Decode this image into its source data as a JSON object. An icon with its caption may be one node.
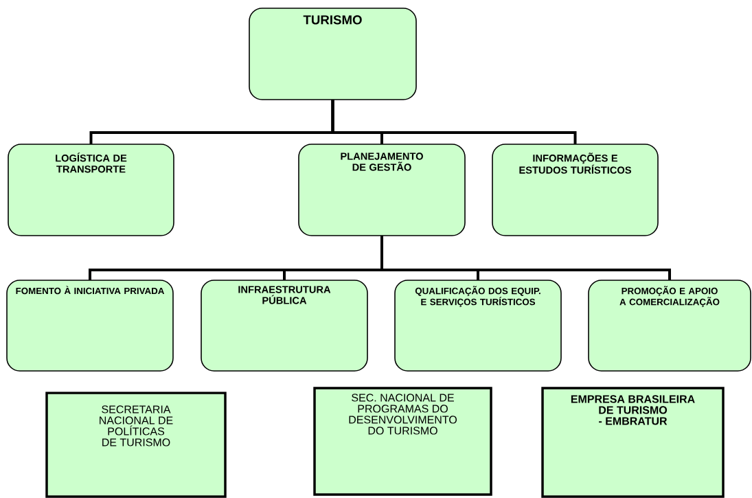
{
  "diagram": {
    "nodes": [
      {
        "text": [
          "TURISMO"
        ]
      },
      {
        "text": [
          "LOGÍSTICA DE TRANSPORTE"
        ]
      },
      {
        "text": [
          "PLANEJAMENTO DE GESTÃO"
        ]
      },
      {
        "text": [
          "INFORMAÇÕES E ESTUDOS TURÍSTICOS"
        ]
      },
      {
        "text": [
          "FOMENTO À INICIATIVA PRIVADA"
        ]
      },
      {
        "text": [
          "INFRAESTRUTURA PÚBLICA"
        ]
      },
      {
        "text": [
          "QUALIFICAÇÃO DOS EQUIP. E SERVIÇOS TURÍSTICOS"
        ]
      },
      {
        "text": [
          "PROMOÇÃO E APOIO A COMERCIALIZAÇÃO"
        ]
      },
      {
        "text": [
          "SECRETARIA NACIONAL DE POLÍTICAS DE TURISMO"
        ]
      },
      {
        "text": [
          "SEC. NACIONAL DE PROGRAMAS DO DESENVOLVIMENTO DO TURISMO"
        ]
      },
      {
        "text": [
          "EMPRESA BRASILEIRA DE TURISMO - EMBRATUR"
        ]
      }
    ],
    "edges": [
      {
        "from": 0,
        "to": 1,
        "arrow": "none"
      },
      {
        "from": 0,
        "to": 2,
        "arrow": "none"
      },
      {
        "from": 0,
        "to": 3,
        "arrow": "none"
      },
      {
        "from": 2,
        "to": 4,
        "arrow": "none"
      },
      {
        "from": 2,
        "to": 5,
        "arrow": "none"
      },
      {
        "from": 2,
        "to": 6,
        "arrow": "none"
      },
      {
        "from": 2,
        "to": 7,
        "arrow": "none"
      }
    ]
  }
}
